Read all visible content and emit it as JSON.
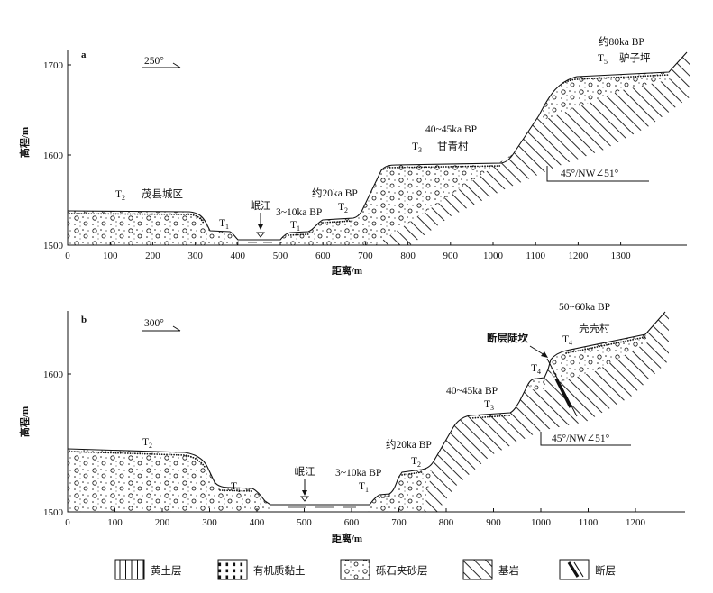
{
  "panel_a": {
    "label": "a",
    "direction": "250°",
    "y_axis_label": "高程/m",
    "x_axis_label": "距离/m",
    "y_ticks": [
      "1700",
      "1600",
      "1500"
    ],
    "x_ticks": [
      "0",
      "100",
      "200",
      "300",
      "400",
      "500",
      "600",
      "700",
      "800",
      "900",
      "1000",
      "1100",
      "1200",
      "1300"
    ],
    "river": "岷江",
    "terraces": {
      "t2_left": {
        "t": "T",
        "n": "2",
        "place": "茂县城区"
      },
      "t1_left": {
        "t": "T",
        "n": "1"
      },
      "t1_right": {
        "t": "T",
        "n": "1",
        "age": "3~10ka BP"
      },
      "t2_right": {
        "t": "T",
        "n": "2",
        "age": "约20ka BP"
      },
      "t3": {
        "t": "T",
        "n": "3",
        "age": "40~45ka BP",
        "place": "甘青村"
      },
      "t5": {
        "t": "T",
        "n": "5",
        "age": "约80ka BP",
        "place": "驴子坪"
      }
    },
    "bedrock_attitude": "45°/NW∠51°"
  },
  "panel_b": {
    "label": "b",
    "direction": "300°",
    "y_axis_label": "高程/m",
    "x_axis_label": "距离/m",
    "y_ticks": [
      "1600",
      "1500"
    ],
    "x_ticks": [
      "0",
      "100",
      "200",
      "300",
      "400",
      "500",
      "600",
      "700",
      "800",
      "900",
      "1000",
      "1100",
      "1200"
    ],
    "river": "岷江",
    "terraces": {
      "t2_left": {
        "t": "T",
        "n": "2"
      },
      "t1_left": {
        "t": "T",
        "n": "1"
      },
      "t1_right": {
        "t": "T",
        "n": "1",
        "age": "3~10ka BP"
      },
      "t2_right": {
        "t": "T",
        "n": "2",
        "age": "约20ka BP"
      },
      "t3": {
        "t": "T",
        "n": "3",
        "age": "40~45ka BP"
      },
      "t4_small": {
        "t": "T",
        "n": "4"
      },
      "t4": {
        "t": "T",
        "n": "4",
        "age": "50~60ka BP",
        "place": "壳壳村"
      }
    },
    "fault_scarp": "断层陡坎",
    "bedrock_attitude": "45°/NW∠51°"
  },
  "legend": [
    {
      "label": "黄土层",
      "symbol": "vertical-lines-icon"
    },
    {
      "label": "有机质黏土",
      "symbol": "black-blocks-icon"
    },
    {
      "label": "砾石夹砂层",
      "symbol": "circles-dots-icon"
    },
    {
      "label": "基岩",
      "symbol": "diagonal-hatch-icon"
    },
    {
      "label": "断层",
      "symbol": "fault-icon"
    }
  ]
}
